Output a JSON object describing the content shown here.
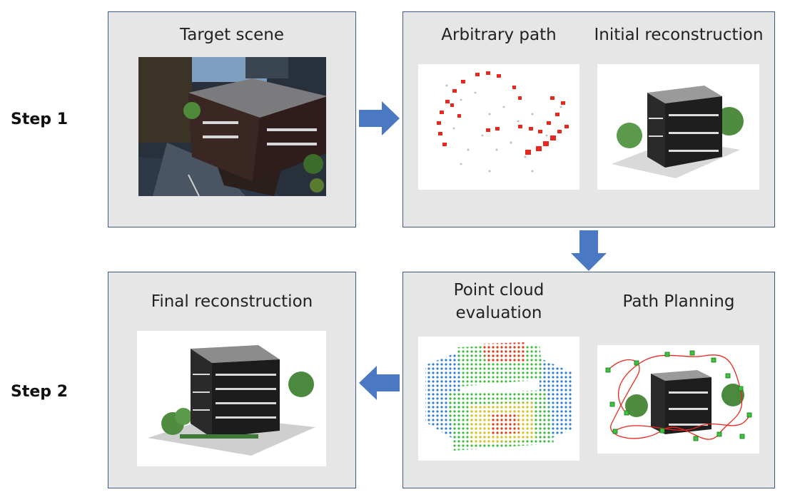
{
  "steps": {
    "step1": "Step 1",
    "step2": "Step 2"
  },
  "panels": {
    "target": {
      "caption": "Target scene"
    },
    "arbitrary": {
      "caption": "Arbitrary path"
    },
    "initial": {
      "caption": "Initial reconstruction"
    },
    "evaluation": {
      "caption_line1": "Point cloud",
      "caption_line2": "evaluation"
    },
    "planning": {
      "caption": "Path Planning"
    },
    "final": {
      "caption": "Final reconstruction"
    }
  },
  "colors": {
    "panel_bg": "#e6e6e6",
    "panel_border": "#3f5a86",
    "arrow": "#4a78c2",
    "camera_red": "#e8281e",
    "waypoint_green": "#3cc43c"
  }
}
